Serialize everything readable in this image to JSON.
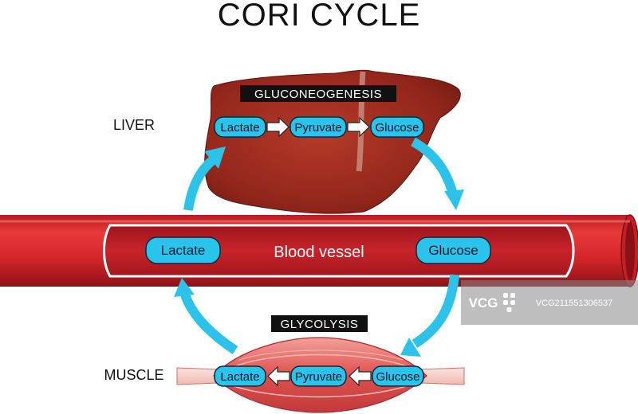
{
  "title": "CORI CYCLE",
  "liver": {
    "label": "LIVER",
    "process": "GLUCONEOGENESIS",
    "steps": [
      "Lactate",
      "Pyruvate",
      "Glucose"
    ]
  },
  "blood_vessel": {
    "label": "Blood vessel",
    "left_molecule": "Lactate",
    "right_molecule": "Glucose"
  },
  "muscle": {
    "label": "MUSCLE",
    "process": "GLYCOLYSIS",
    "steps": [
      "Lactate",
      "Pyruvate",
      "Glucose"
    ]
  },
  "watermark": {
    "logo": "VCG",
    "id": "VCG211551306537"
  },
  "colors": {
    "liver": "#9b2a1f",
    "vessel": "#d42a2a",
    "vessel_inner": "#c8202a",
    "pill": "#29c3ec",
    "arrow": "#2cc2ea",
    "banner": "#111111",
    "muscle": "#e85a58"
  }
}
